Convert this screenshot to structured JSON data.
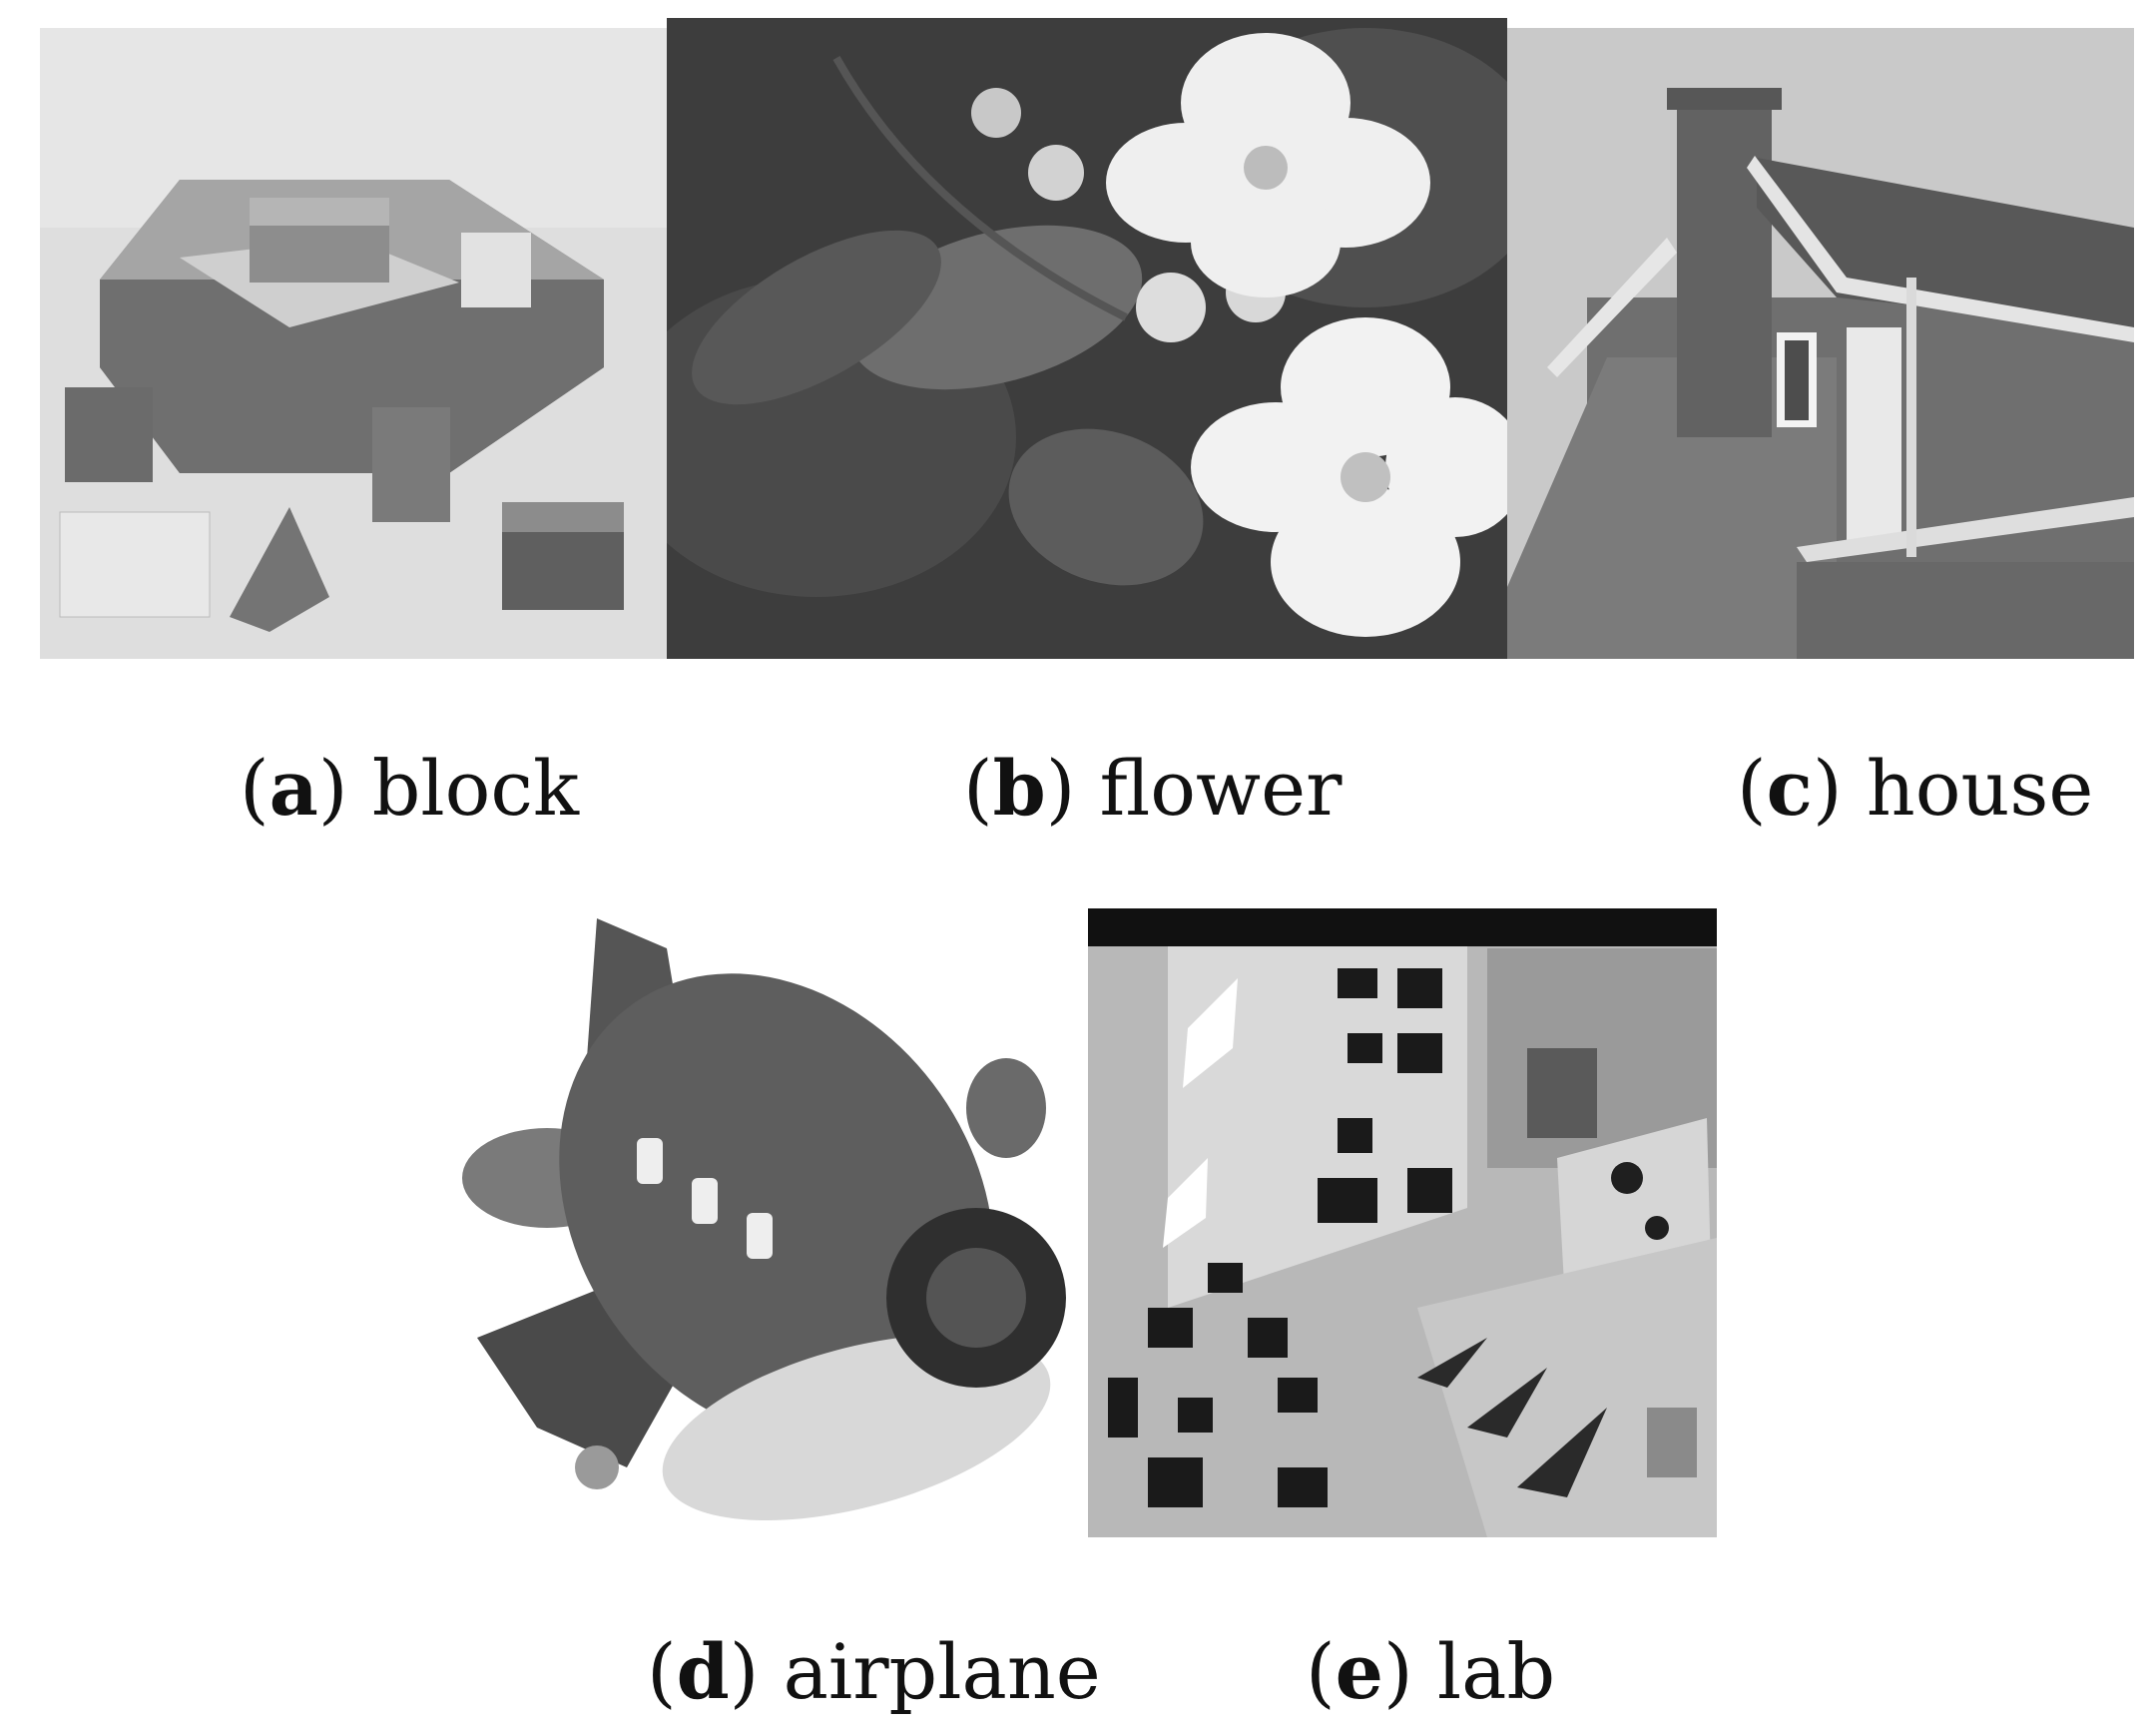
{
  "figure": {
    "panels": [
      {
        "letter": "a",
        "name": "block"
      },
      {
        "letter": "b",
        "name": "flower"
      },
      {
        "letter": "c",
        "name": "house"
      },
      {
        "letter": "d",
        "name": "airplane"
      },
      {
        "letter": "e",
        "name": "lab"
      }
    ]
  }
}
